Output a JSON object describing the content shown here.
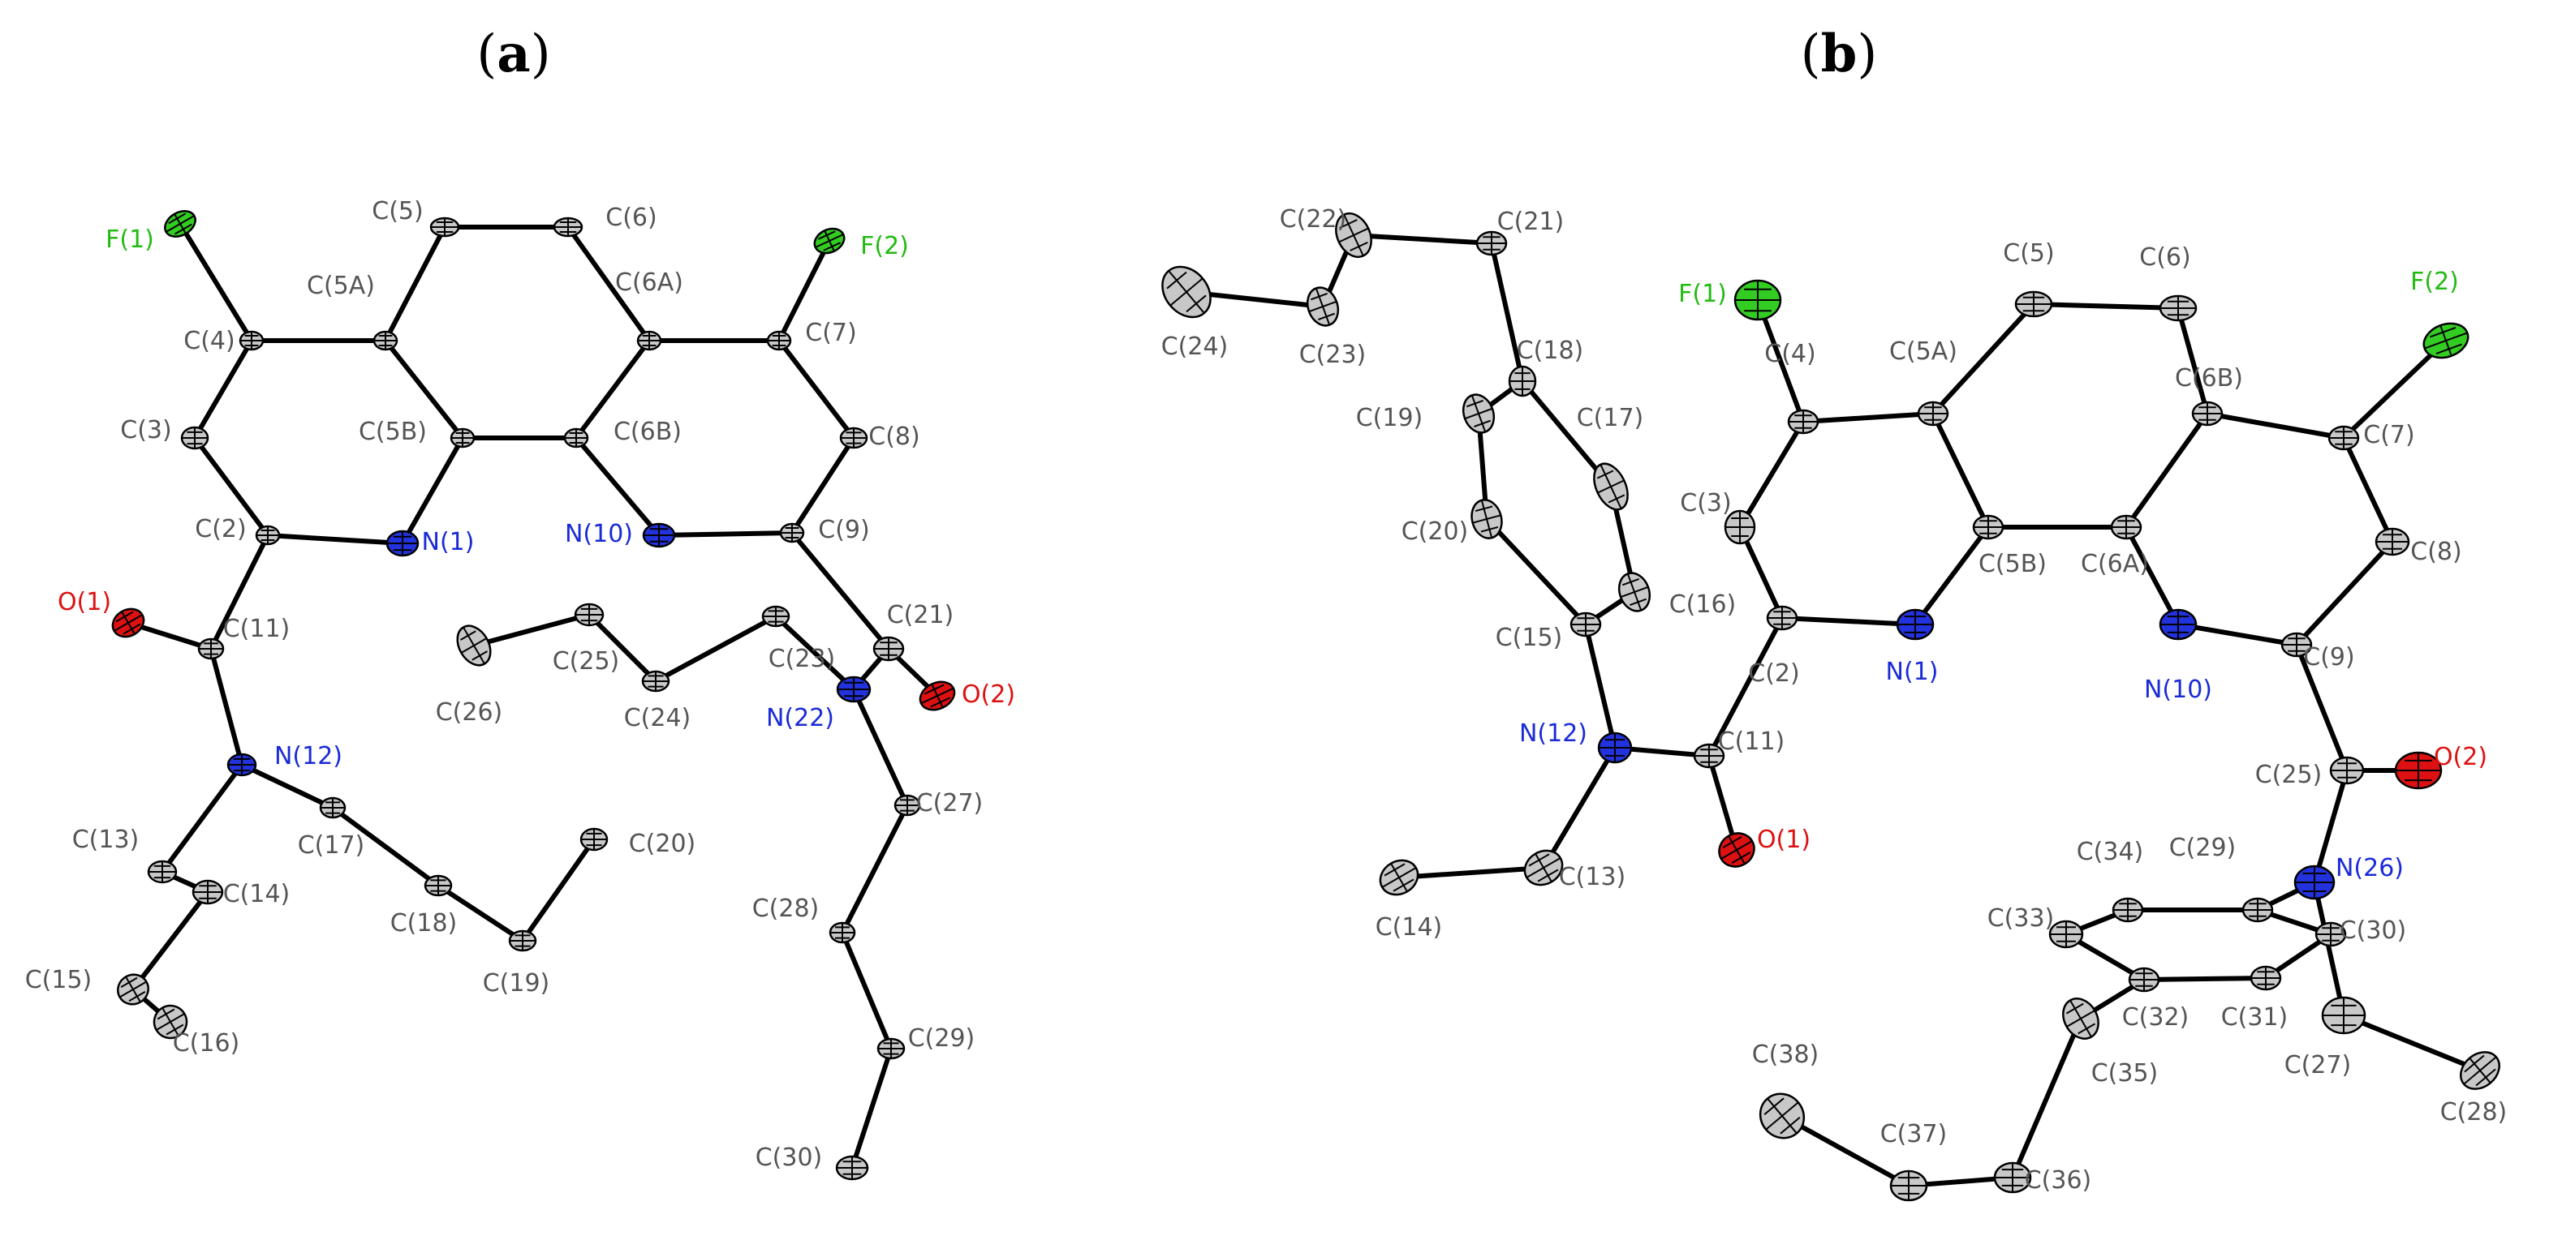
{
  "panels": [
    {
      "id": "a",
      "label_open": "(",
      "label_letter": "a",
      "label_close": ")",
      "atoms": [
        {
          "id": "F(1)",
          "el": "F"
        },
        {
          "id": "C(4)",
          "el": "C"
        },
        {
          "id": "C(5A)",
          "el": "C"
        },
        {
          "id": "C(5)",
          "el": "C"
        },
        {
          "id": "C(6)",
          "el": "C"
        },
        {
          "id": "C(6A)",
          "el": "C"
        },
        {
          "id": "C(7)",
          "el": "C"
        },
        {
          "id": "F(2)",
          "el": "F"
        },
        {
          "id": "C(3)",
          "el": "C"
        },
        {
          "id": "C(5B)",
          "el": "C"
        },
        {
          "id": "C(6B)",
          "el": "C"
        },
        {
          "id": "C(8)",
          "el": "C"
        },
        {
          "id": "C(2)",
          "el": "C"
        },
        {
          "id": "N(1)",
          "el": "N"
        },
        {
          "id": "N(10)",
          "el": "N"
        },
        {
          "id": "C(9)",
          "el": "C"
        },
        {
          "id": "O(1)",
          "el": "O"
        },
        {
          "id": "C(11)",
          "el": "C"
        },
        {
          "id": "C(25)",
          "el": "C"
        },
        {
          "id": "C(23)",
          "el": "C"
        },
        {
          "id": "C(21)",
          "el": "C"
        },
        {
          "id": "C(26)",
          "el": "C"
        },
        {
          "id": "C(24)",
          "el": "C"
        },
        {
          "id": "N(22)",
          "el": "N"
        },
        {
          "id": "O(2)",
          "el": "O"
        },
        {
          "id": "N(12)",
          "el": "N"
        },
        {
          "id": "C(17)",
          "el": "C"
        },
        {
          "id": "C(27)",
          "el": "C"
        },
        {
          "id": "C(13)",
          "el": "C"
        },
        {
          "id": "C(14)",
          "el": "C"
        },
        {
          "id": "C(20)",
          "el": "C"
        },
        {
          "id": "C(18)",
          "el": "C"
        },
        {
          "id": "C(28)",
          "el": "C"
        },
        {
          "id": "C(19)",
          "el": "C"
        },
        {
          "id": "C(15)",
          "el": "C"
        },
        {
          "id": "C(29)",
          "el": "C"
        },
        {
          "id": "C(16)",
          "el": "C"
        },
        {
          "id": "C(30)",
          "el": "C"
        }
      ],
      "bonds": [
        [
          "F(1)",
          "C(4)"
        ],
        [
          "C(4)",
          "C(5A)"
        ],
        [
          "C(4)",
          "C(3)"
        ],
        [
          "C(5A)",
          "C(5)"
        ],
        [
          "C(5)",
          "C(6)"
        ],
        [
          "C(6)",
          "C(6A)"
        ],
        [
          "C(6A)",
          "C(7)"
        ],
        [
          "C(7)",
          "F(2)"
        ],
        [
          "C(7)",
          "C(8)"
        ],
        [
          "C(5A)",
          "C(5B)"
        ],
        [
          "C(6A)",
          "C(6B)"
        ],
        [
          "C(5B)",
          "C(6B)"
        ],
        [
          "C(5B)",
          "N(1)"
        ],
        [
          "C(6B)",
          "N(10)"
        ],
        [
          "C(3)",
          "C(2)"
        ],
        [
          "C(2)",
          "N(1)"
        ],
        [
          "C(8)",
          "C(9)"
        ],
        [
          "N(10)",
          "C(9)"
        ],
        [
          "C(2)",
          "C(11)"
        ],
        [
          "C(11)",
          "O(1)"
        ],
        [
          "C(11)",
          "N(12)"
        ],
        [
          "C(9)",
          "C(21)"
        ],
        [
          "C(21)",
          "O(2)"
        ],
        [
          "C(21)",
          "N(22)"
        ],
        [
          "N(22)",
          "C(23)"
        ],
        [
          "C(23)",
          "C(24)"
        ],
        [
          "C(24)",
          "C(25)"
        ],
        [
          "C(25)",
          "C(26)"
        ],
        [
          "N(22)",
          "C(27)"
        ],
        [
          "C(27)",
          "C(28)"
        ],
        [
          "C(28)",
          "C(29)"
        ],
        [
          "C(29)",
          "C(30)"
        ],
        [
          "N(12)",
          "C(13)"
        ],
        [
          "C(13)",
          "C(14)"
        ],
        [
          "C(14)",
          "C(15)"
        ],
        [
          "C(15)",
          "C(16)"
        ],
        [
          "N(12)",
          "C(17)"
        ],
        [
          "C(17)",
          "C(18)"
        ],
        [
          "C(18)",
          "C(19)"
        ],
        [
          "C(19)",
          "C(20)"
        ]
      ]
    },
    {
      "id": "b",
      "label_open": "(",
      "label_letter": "b",
      "label_close": ")",
      "atoms": [
        {
          "id": "C(22)",
          "el": "C"
        },
        {
          "id": "C(21)",
          "el": "C"
        },
        {
          "id": "C(24)",
          "el": "C"
        },
        {
          "id": "C(23)",
          "el": "C"
        },
        {
          "id": "C(18)",
          "el": "C"
        },
        {
          "id": "C(19)",
          "el": "C"
        },
        {
          "id": "C(17)",
          "el": "C"
        },
        {
          "id": "C(20)",
          "el": "C"
        },
        {
          "id": "C(16)",
          "el": "C"
        },
        {
          "id": "C(15)",
          "el": "C"
        },
        {
          "id": "F(1)",
          "el": "F"
        },
        {
          "id": "C(4)",
          "el": "C"
        },
        {
          "id": "C(5)",
          "el": "C"
        },
        {
          "id": "C(6)",
          "el": "C"
        },
        {
          "id": "C(5A)",
          "el": "C"
        },
        {
          "id": "C(6B)",
          "el": "C"
        },
        {
          "id": "F(2)",
          "el": "F"
        },
        {
          "id": "C(7)",
          "el": "C"
        },
        {
          "id": "C(3)",
          "el": "C"
        },
        {
          "id": "C(5B)",
          "el": "C"
        },
        {
          "id": "C(6A)",
          "el": "C"
        },
        {
          "id": "C(8)",
          "el": "C"
        },
        {
          "id": "C(2)",
          "el": "C"
        },
        {
          "id": "N(1)",
          "el": "N"
        },
        {
          "id": "N(10)",
          "el": "N"
        },
        {
          "id": "C(9)",
          "el": "C"
        },
        {
          "id": "N(12)",
          "el": "N"
        },
        {
          "id": "C(11)",
          "el": "C"
        },
        {
          "id": "C(25)",
          "el": "C"
        },
        {
          "id": "O(2)",
          "el": "O"
        },
        {
          "id": "O(1)",
          "el": "O"
        },
        {
          "id": "C(13)",
          "el": "C"
        },
        {
          "id": "C(14)",
          "el": "C"
        },
        {
          "id": "C(34)",
          "el": "C"
        },
        {
          "id": "C(29)",
          "el": "C"
        },
        {
          "id": "N(26)",
          "el": "N"
        },
        {
          "id": "C(33)",
          "el": "C"
        },
        {
          "id": "C(30)",
          "el": "C"
        },
        {
          "id": "C(32)",
          "el": "C"
        },
        {
          "id": "C(31)",
          "el": "C"
        },
        {
          "id": "C(35)",
          "el": "C"
        },
        {
          "id": "C(27)",
          "el": "C"
        },
        {
          "id": "C(28)",
          "el": "C"
        },
        {
          "id": "C(38)",
          "el": "C"
        },
        {
          "id": "C(37)",
          "el": "C"
        },
        {
          "id": "C(36)",
          "el": "C"
        }
      ],
      "bonds": [
        [
          "C(24)",
          "C(23)"
        ],
        [
          "C(23)",
          "C(22)"
        ],
        [
          "C(22)",
          "C(21)"
        ],
        [
          "C(21)",
          "C(18)"
        ],
        [
          "C(18)",
          "C(19)"
        ],
        [
          "C(18)",
          "C(17)"
        ],
        [
          "C(19)",
          "C(20)"
        ],
        [
          "C(17)",
          "C(16)"
        ],
        [
          "C(20)",
          "C(15)"
        ],
        [
          "C(16)",
          "C(15)"
        ],
        [
          "C(15)",
          "N(12)"
        ],
        [
          "F(1)",
          "C(4)"
        ],
        [
          "C(4)",
          "C(5A)"
        ],
        [
          "C(4)",
          "C(3)"
        ],
        [
          "C(5A)",
          "C(5)"
        ],
        [
          "C(5)",
          "C(6)"
        ],
        [
          "C(6)",
          "C(6B)"
        ],
        [
          "C(6B)",
          "C(7)"
        ],
        [
          "C(7)",
          "F(2)"
        ],
        [
          "C(7)",
          "C(8)"
        ],
        [
          "C(5A)",
          "C(5B)"
        ],
        [
          "C(6B)",
          "C(6A)"
        ],
        [
          "C(5B)",
          "C(6A)"
        ],
        [
          "C(5B)",
          "N(1)"
        ],
        [
          "C(6A)",
          "N(10)"
        ],
        [
          "C(3)",
          "C(2)"
        ],
        [
          "C(2)",
          "N(1)"
        ],
        [
          "C(8)",
          "C(9)"
        ],
        [
          "N(10)",
          "C(9)"
        ],
        [
          "C(2)",
          "C(11)"
        ],
        [
          "C(11)",
          "O(1)"
        ],
        [
          "C(11)",
          "N(12)"
        ],
        [
          "N(12)",
          "C(13)"
        ],
        [
          "C(13)",
          "C(14)"
        ],
        [
          "C(9)",
          "C(25)"
        ],
        [
          "C(25)",
          "O(2)"
        ],
        [
          "C(25)",
          "N(26)"
        ],
        [
          "N(26)",
          "C(29)"
        ],
        [
          "N(26)",
          "C(27)"
        ],
        [
          "C(27)",
          "C(28)"
        ],
        [
          "C(29)",
          "C(34)"
        ],
        [
          "C(29)",
          "C(30)"
        ],
        [
          "C(34)",
          "C(33)"
        ],
        [
          "C(33)",
          "C(32)"
        ],
        [
          "C(30)",
          "C(31)"
        ],
        [
          "C(31)",
          "C(32)"
        ],
        [
          "C(32)",
          "C(35)"
        ],
        [
          "C(35)",
          "C(36)"
        ],
        [
          "C(36)",
          "C(37)"
        ],
        [
          "C(37)",
          "C(38)"
        ]
      ]
    }
  ],
  "colors": {
    "C": "#c8c8c8",
    "N": "#2233dd",
    "O": "#dd1111",
    "F": "#33cc22",
    "label_C": "#555555",
    "label_N": "#1a2bd6",
    "label_O": "#dd1111",
    "label_F": "#22bb11"
  }
}
